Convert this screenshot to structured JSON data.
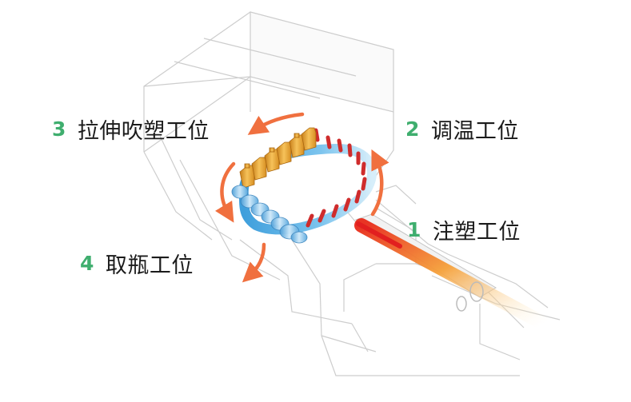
{
  "colors": {
    "number": "#3fae6e",
    "text": "#1b1b1b",
    "arrow": "#f0703f",
    "ring": "#5bb2e3",
    "preform": "#cf2c2c",
    "bottle_gold": "#e9a22b",
    "bottle_blue": "#8fc8ee",
    "frame": "#c9c9c9"
  },
  "stations": [
    {
      "number": "1",
      "text": "注塑工位"
    },
    {
      "number": "2",
      "text": "调温工位"
    },
    {
      "number": "3",
      "text": "拉伸吹塑工位"
    },
    {
      "number": "4",
      "text": "取瓶工位"
    }
  ]
}
